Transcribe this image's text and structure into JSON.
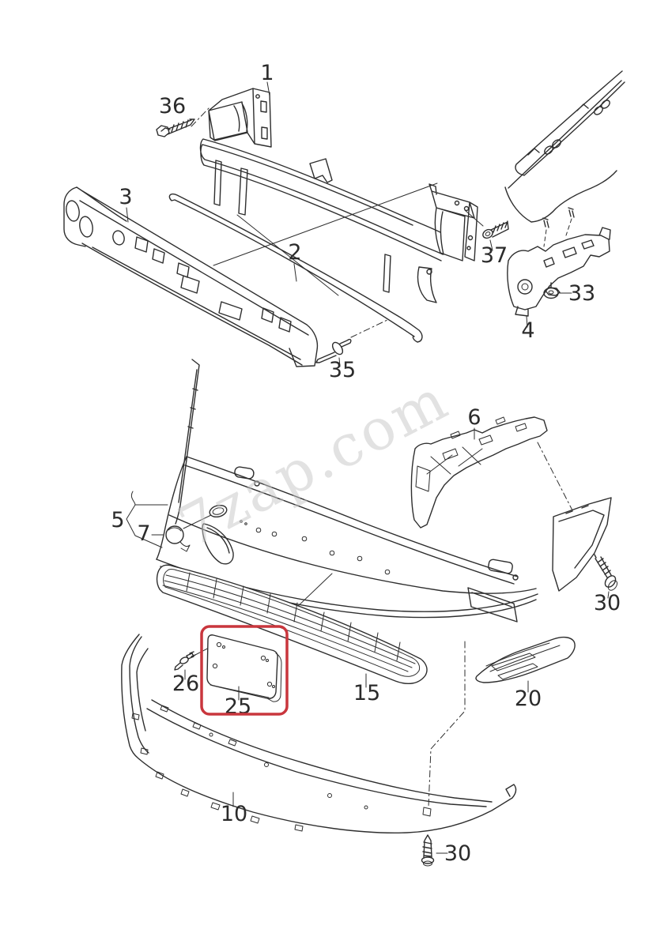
{
  "diagram": {
    "watermark": "7zap.com",
    "watermark_color": "#c6c6c6",
    "highlight_color": "#c9363d",
    "line_color": "#2e2e2e",
    "background": "#ffffff",
    "parts": [
      {
        "label": "1"
      },
      {
        "label": "2"
      },
      {
        "label": "3"
      },
      {
        "label": "4"
      },
      {
        "label": "5"
      },
      {
        "label": "6"
      },
      {
        "label": "7"
      },
      {
        "label": "10"
      },
      {
        "label": "15"
      },
      {
        "label": "20"
      },
      {
        "label": "25",
        "highlighted": true
      },
      {
        "label": "26"
      },
      {
        "label": "30"
      },
      {
        "label": "30"
      },
      {
        "label": "33"
      },
      {
        "label": "35"
      },
      {
        "label": "36"
      },
      {
        "label": "37"
      }
    ]
  }
}
